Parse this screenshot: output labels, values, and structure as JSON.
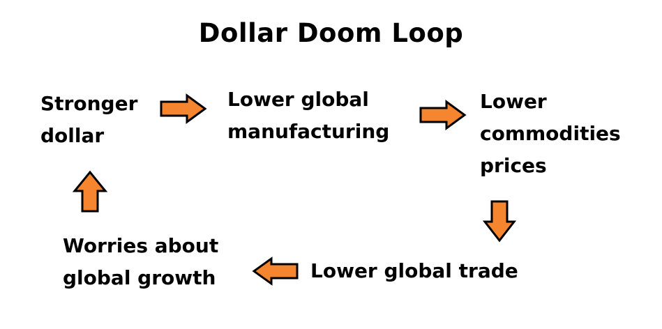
{
  "title": "Dollar Doom Loop",
  "nodes": [
    {
      "lines": [
        "Stronger",
        "dollar"
      ]
    },
    {
      "lines": [
        "Lower global",
        "manufacturing"
      ]
    },
    {
      "lines": [
        "Lower",
        "commodities",
        "prices"
      ]
    },
    {
      "lines": [
        "Lower global trade"
      ]
    },
    {
      "lines": [
        "Worries about",
        "global growth"
      ]
    }
  ],
  "colors": {
    "arrow_fill": "#F5852F",
    "arrow_stroke": "#000000",
    "text": "#000000",
    "background": "#FFFFFF"
  },
  "icons": {
    "arrow_1": "right-arrow-icon",
    "arrow_2": "right-arrow-icon",
    "arrow_3": "down-arrow-icon",
    "arrow_4": "left-arrow-icon",
    "arrow_5": "up-arrow-icon"
  }
}
